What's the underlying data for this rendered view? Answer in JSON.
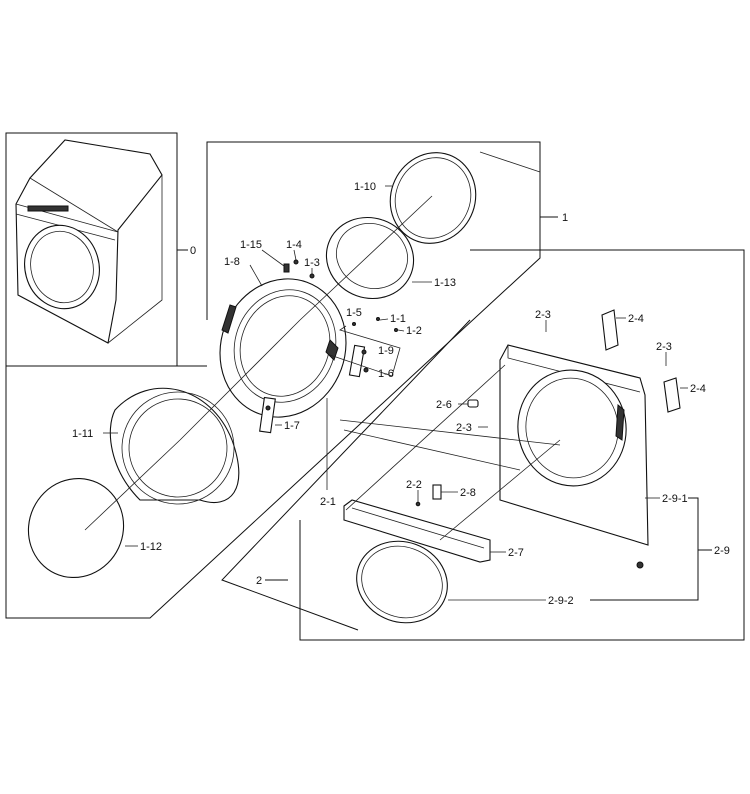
{
  "labels": {
    "l0": "0",
    "l1": "1",
    "l1_1": "1-1",
    "l1_2": "1-2",
    "l1_3": "1-3",
    "l1_4": "1-4",
    "l1_5": "1-5",
    "l1_6": "1-6",
    "l1_7": "1-7",
    "l1_8": "1-8",
    "l1_9": "1-9",
    "l1_10": "1-10",
    "l1_11": "1-11",
    "l1_12": "1-12",
    "l1_13": "1-13",
    "l1_15": "1-15",
    "l2": "2",
    "l2_1": "2-1",
    "l2_2": "2-2",
    "l2_3a": "2-3",
    "l2_3b": "2-3",
    "l2_3c": "2-3",
    "l2_4a": "2-4",
    "l2_4b": "2-4",
    "l2_6": "2-6",
    "l2_7": "2-7",
    "l2_8": "2-8",
    "l2_9": "2-9",
    "l2_9_1": "2-9-1",
    "l2_9_2": "2-9-2"
  }
}
